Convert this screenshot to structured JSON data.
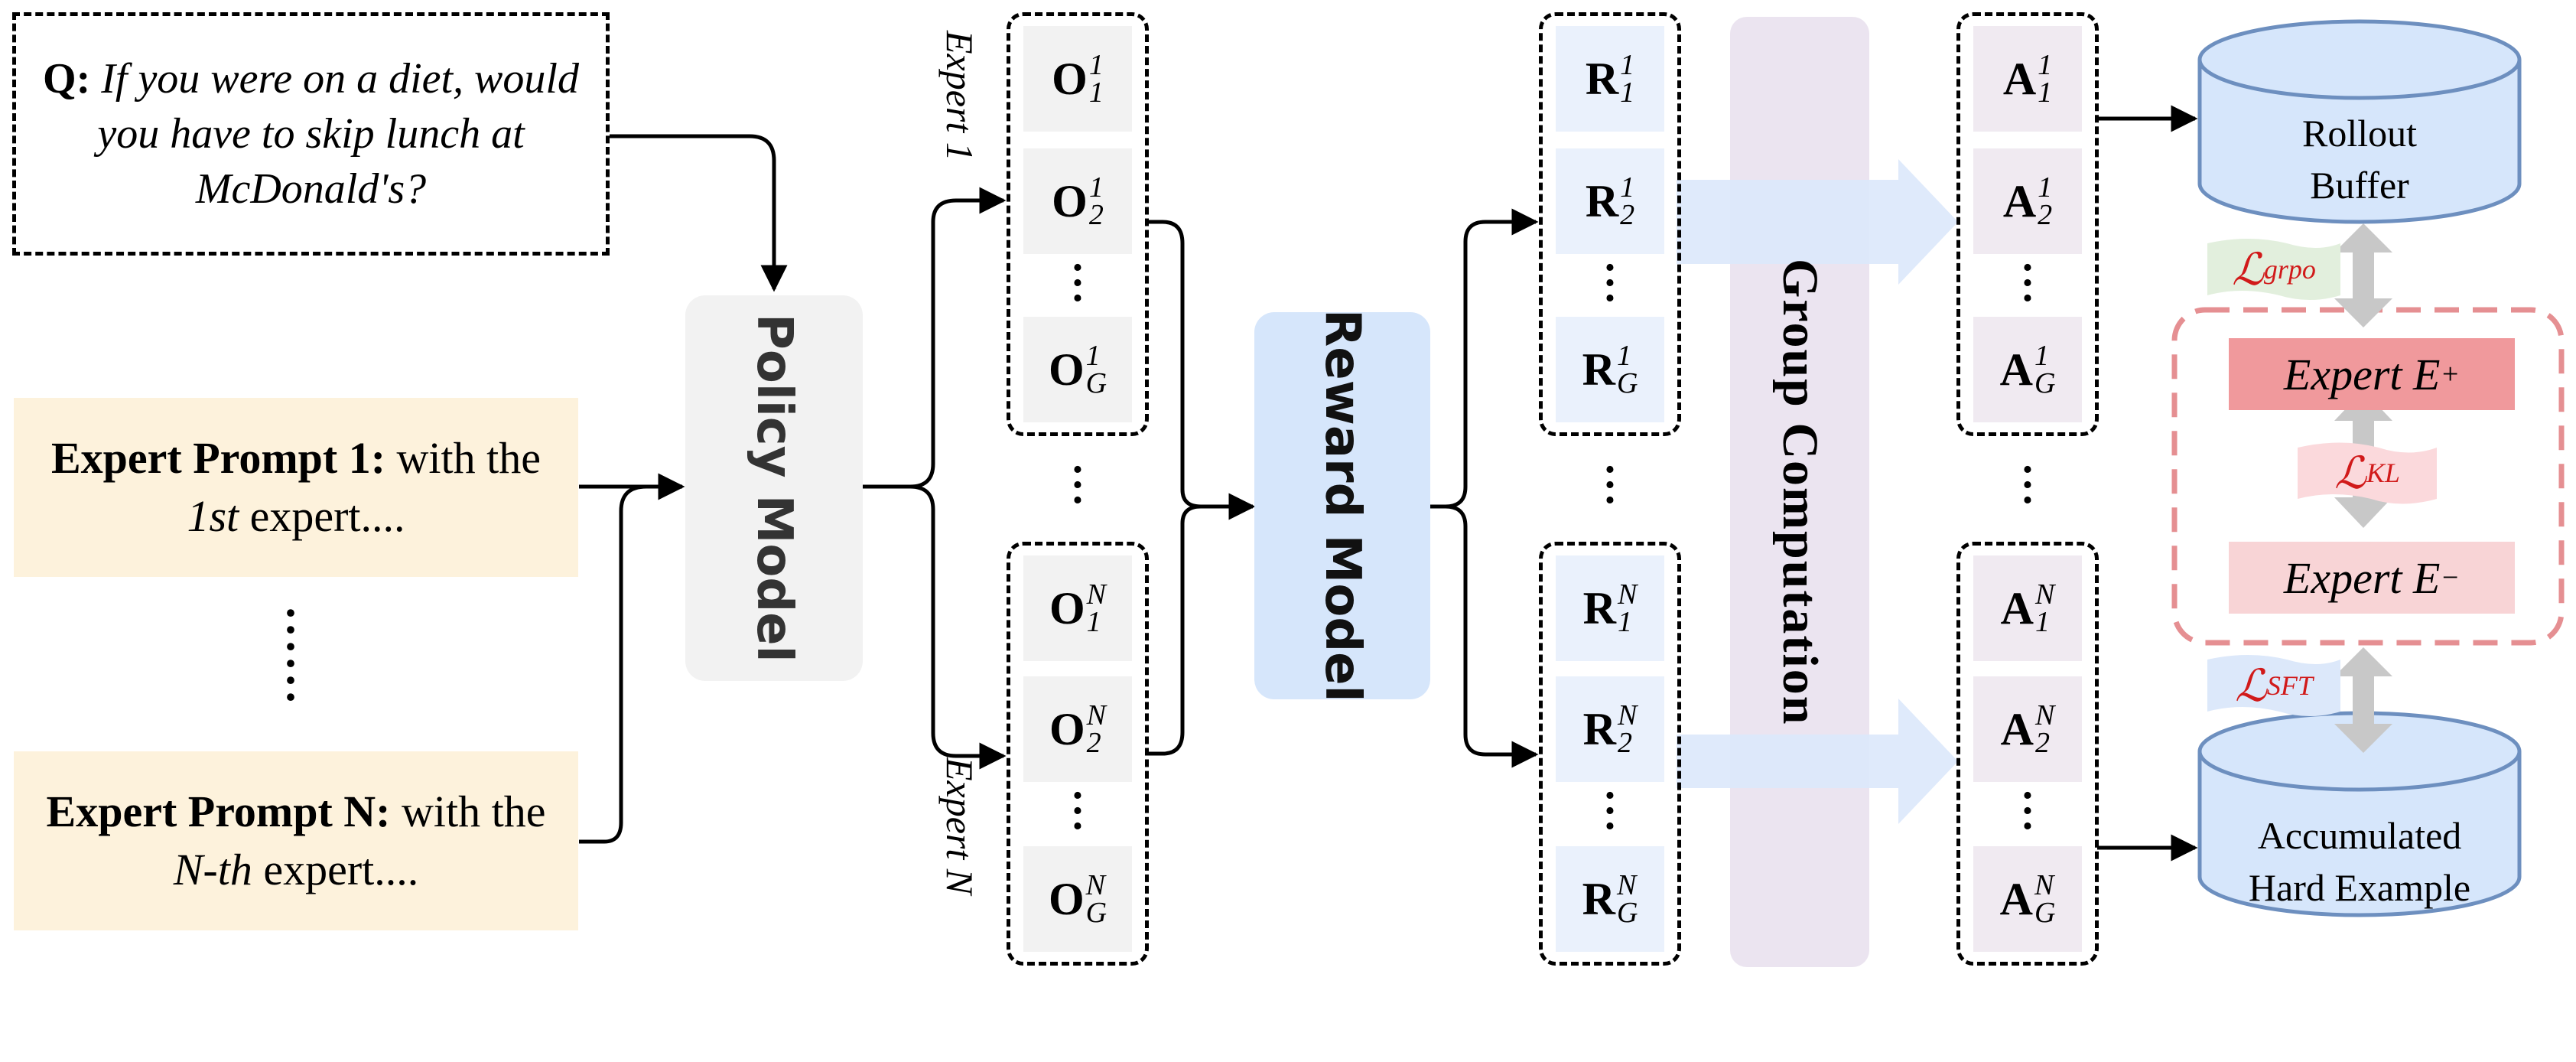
{
  "question": {
    "label": "Q:",
    "text": "If you were on a diet, would you have to skip lunch at McDonald's?"
  },
  "prompts": [
    {
      "title": "Expert Prompt 1:",
      "rest": " with the",
      "ordinal": "1st",
      "suffix": " expert...."
    },
    {
      "title": "Expert Prompt N:",
      "rest": " with the",
      "ordinal": "N-th",
      "suffix": " expert...."
    }
  ],
  "policy_model": "Policy Model",
  "reward_model": "Reward Model",
  "group_computation": "Group Computation",
  "expert_labels": [
    "Expert 1",
    "Expert N"
  ],
  "outputs": {
    "symbol": "O",
    "expert1": [
      {
        "sub": "1",
        "sup": "1"
      },
      {
        "sub": "2",
        "sup": "1"
      },
      {
        "sub": "G",
        "sup": "1"
      }
    ],
    "expertN": [
      {
        "sub": "1",
        "sup": "N"
      },
      {
        "sub": "2",
        "sup": "N"
      },
      {
        "sub": "G",
        "sup": "N"
      }
    ]
  },
  "rewards": {
    "symbol": "R",
    "expert1": [
      {
        "sub": "1",
        "sup": "1"
      },
      {
        "sub": "2",
        "sup": "1"
      },
      {
        "sub": "G",
        "sup": "1"
      }
    ],
    "expertN": [
      {
        "sub": "1",
        "sup": "N"
      },
      {
        "sub": "2",
        "sup": "N"
      },
      {
        "sub": "G",
        "sup": "N"
      }
    ]
  },
  "advantages": {
    "symbol": "A",
    "expert1": [
      {
        "sub": "1",
        "sup": "1"
      },
      {
        "sub": "2",
        "sup": "1"
      },
      {
        "sub": "G",
        "sup": "1"
      }
    ],
    "expertN": [
      {
        "sub": "1",
        "sup": "N"
      },
      {
        "sub": "2",
        "sup": "N"
      },
      {
        "sub": "G",
        "sup": "N"
      }
    ]
  },
  "buffers": {
    "rollout": [
      "Rollout",
      "Buffer"
    ],
    "hard": [
      "Accumulated",
      "Hard Example"
    ]
  },
  "experts": {
    "plus": {
      "text": "Expert E",
      "sup": "+"
    },
    "minus": {
      "text": "Expert E",
      "sup": "−"
    }
  },
  "losses": {
    "grpo": {
      "symbol": "ℒ",
      "sub": "grpo"
    },
    "kl": {
      "symbol": "ℒ",
      "sub": "KL"
    },
    "sft": {
      "symbol": "ℒ",
      "sub": "SFT"
    }
  },
  "colors": {
    "prompt_bg": "#fdf2dc",
    "policy_bg": "#f2f2f2",
    "reward_bg": "#d6e6fb",
    "group_bg": "#ebe4f0",
    "cell_o": "#f2f2f2",
    "cell_r": "#eaf1fc",
    "cell_a": "#f0eaf1",
    "expert_plus": "#f0999c",
    "expert_minus": "#f8d4d6",
    "loss_red": "#d11a1a"
  }
}
